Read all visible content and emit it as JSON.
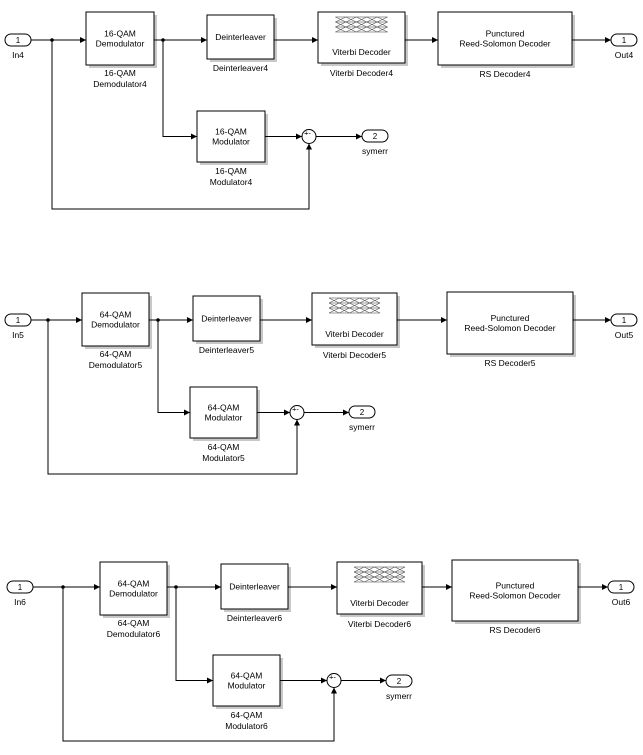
{
  "subsystems": [
    {
      "inport": {
        "num": "1",
        "name": "In4"
      },
      "demod": {
        "text": [
          "16-QAM",
          "Demodulator"
        ],
        "label": [
          "16-QAM",
          "Demodulator4"
        ]
      },
      "deint": {
        "text": [
          "Deinterleaver"
        ],
        "label": [
          "Deinterleaver4"
        ]
      },
      "viterbi": {
        "text": [
          "Viterbi Decoder"
        ],
        "label": [
          "Viterbi Decoder4"
        ]
      },
      "rs": {
        "text": [
          "Punctured",
          "Reed-Solomon Decoder"
        ],
        "label": [
          "RS Decoder4"
        ]
      },
      "outport": {
        "num": "1",
        "name": "Out4"
      },
      "mod": {
        "text": [
          "16-QAM",
          "Modulator"
        ],
        "label": [
          "16-QAM",
          "Modulator4"
        ]
      },
      "sum": {
        "signs": "+-"
      },
      "symerr": {
        "num": "2",
        "name": "symerr"
      }
    },
    {
      "inport": {
        "num": "1",
        "name": "In5"
      },
      "demod": {
        "text": [
          "64-QAM",
          "Demodulator"
        ],
        "label": [
          "64-QAM",
          "Demodulator5"
        ]
      },
      "deint": {
        "text": [
          "Deinterleaver"
        ],
        "label": [
          "Deinterleaver5"
        ]
      },
      "viterbi": {
        "text": [
          "Viterbi Decoder"
        ],
        "label": [
          "Viterbi Decoder5"
        ]
      },
      "rs": {
        "text": [
          "Punctured",
          "Reed-Solomon Decoder"
        ],
        "label": [
          "RS Decoder5"
        ]
      },
      "outport": {
        "num": "1",
        "name": "Out5"
      },
      "mod": {
        "text": [
          "64-QAM",
          "Modulator"
        ],
        "label": [
          "64-QAM",
          "Modulator5"
        ]
      },
      "sum": {
        "signs": "+-"
      },
      "symerr": {
        "num": "2",
        "name": "symerr"
      }
    },
    {
      "inport": {
        "num": "1",
        "name": "In6"
      },
      "demod": {
        "text": [
          "64-QAM",
          "Demodulator"
        ],
        "label": [
          "64-QAM",
          "Demodulator6"
        ]
      },
      "deint": {
        "text": [
          "Deinterleaver"
        ],
        "label": [
          "Deinterleaver6"
        ]
      },
      "viterbi": {
        "text": [
          "Viterbi Decoder"
        ],
        "label": [
          "Viterbi Decoder6"
        ]
      },
      "rs": {
        "text": [
          "Punctured",
          "Reed-Solomon Decoder"
        ],
        "label": [
          "RS Decoder6"
        ]
      },
      "outport": {
        "num": "1",
        "name": "Out6"
      },
      "mod": {
        "text": [
          "64-QAM",
          "Modulator"
        ],
        "label": [
          "64-QAM",
          "Modulator6"
        ]
      },
      "sum": {
        "signs": "+-"
      },
      "symerr": {
        "num": "2",
        "name": "symerr"
      }
    }
  ]
}
